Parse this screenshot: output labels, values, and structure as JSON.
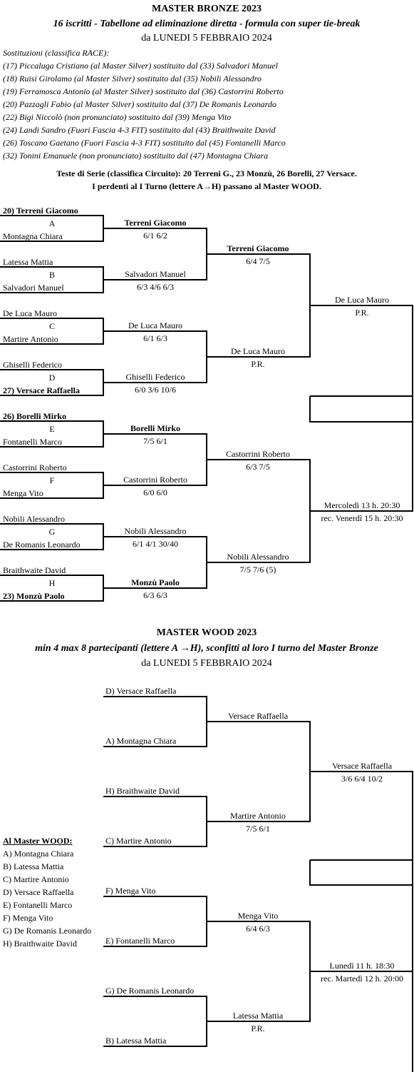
{
  "bronze": {
    "title": "MASTER  BRONZE 2023",
    "subtitle": "16 iscritti - Tabellone ad eliminazione diretta - formula con super tie-break",
    "date": "da LUNEDI 5 FEBBRAIO 2024",
    "subs_header": "Sostituzioni (classifica RACE):",
    "subs": [
      "(17) Piccaluga Cristiano (al Master Silver) sostituito dal (33) Salvadori Manuel",
      "(18) Ruisi Girolamo (al Master Silver) sostituito dal (35) Nobili Alessandro",
      "(19) Ferramosca Antonio (al Master Silver) sostituito dal (36) Castorrini Roberto",
      "(20) Pazzagli Fabio (al Master Silver) sostituito dal (37) De Romanis Leonardo",
      "(22) Bigi Niccolò (non pronunciato) sostituito dal (39) Menga Vito",
      "(24) Landi Sandro (Fuori Fascia 4-3 FIT) sostituito dal (43) Braithwaite David",
      "(26) Toscano Gaetano (Fuori Fascia 4-3 FIT) sostituito dal (45) Fontanelli Marco",
      "(32) Tonini Emanuele (non pronunciato) sostituito dal (47) Montagna Chiara"
    ],
    "seeds_line": "Teste di Serie (classifica Circuito): 20 Terreni G., 23 Monzù, 26 Borelli, 27 Versace.",
    "losers_line": "I perdenti al I Turno (lettere A→H) passano al Master WOOD.",
    "r1": [
      {
        "top": "20) Terreni Giacomo",
        "top_bold": true,
        "letter": "A",
        "bottom": "Montagna Chiara",
        "bottom_bold": false
      },
      {
        "top": "Latessa Mattia",
        "top_bold": false,
        "letter": "B",
        "bottom": "Salvadori Manuel",
        "bottom_bold": false
      },
      {
        "top": "De Luca Mauro",
        "top_bold": false,
        "letter": "C",
        "bottom": "Martire Antonio",
        "bottom_bold": false
      },
      {
        "top": "Ghiselli Federico",
        "top_bold": false,
        "letter": "D",
        "bottom": "27) Versace Raffaella",
        "bottom_bold": true
      },
      {
        "top": "26) Borelli Mirko",
        "top_bold": true,
        "letter": "E",
        "bottom": "Fontanelli Marco",
        "bottom_bold": false
      },
      {
        "top": "Castorrini Roberto",
        "top_bold": false,
        "letter": "F",
        "bottom": "Menga Vito",
        "bottom_bold": false
      },
      {
        "top": "Nobili Alessandro",
        "top_bold": false,
        "letter": "G",
        "bottom": "De Romanis Leonardo",
        "bottom_bold": false
      },
      {
        "top": "Braithwaite David",
        "top_bold": false,
        "letter": "H",
        "bottom": "23) Monzù Paolo",
        "bottom_bold": true
      }
    ],
    "r2": [
      {
        "winner": "Terreni Giacomo",
        "bold": true,
        "score": "6/1  6/2"
      },
      {
        "winner": "Salvadori Manuel",
        "bold": false,
        "score": "6/3  4/6  6/3"
      },
      {
        "winner": "De Luca Mauro",
        "bold": false,
        "score": "6/1  6/3"
      },
      {
        "winner": "Ghiselli Federico",
        "bold": false,
        "score": "6/0  3/6  10/6"
      },
      {
        "winner": "Borelli Mirko",
        "bold": true,
        "score": "7/5  6/1"
      },
      {
        "winner": "Castorrini Roberto",
        "bold": false,
        "score": "6/0  6/0"
      },
      {
        "winner": "Nobili Alessandro",
        "bold": false,
        "score": "6/1  4/1  30/40"
      },
      {
        "winner": "Monzù Paolo",
        "bold": true,
        "score": "6/3  6/3"
      }
    ],
    "qf": [
      {
        "winner": "Terreni Giacomo",
        "bold": true,
        "score": "6/4  7/5"
      },
      {
        "winner": "De Luca Mauro",
        "bold": false,
        "score": "P.R."
      },
      {
        "winner": "Castorrini Roberto",
        "bold": false,
        "score": "6/3  7/5"
      },
      {
        "winner": "Nobili Alessandro",
        "bold": false,
        "score": "7/5  7/6 (5)"
      }
    ],
    "sf": [
      {
        "winner": "De Luca Mauro",
        "score": "P.R."
      },
      {
        "winner": "Mercoledì 13 h. 20:30",
        "score": "rec. Venerdì 15 h. 20:30"
      }
    ]
  },
  "wood": {
    "title": "MASTER  WOOD  2023",
    "subtitle": "min 4 max 8 partecipanti (lettere A →H), sconfitti al loro I turno del Master Bronze",
    "date": "da LUNEDI 5 FEBBRAIO 2024",
    "r1": [
      {
        "top": "D) Versace Raffaella",
        "bottom": "A) Montagna Chiara"
      },
      {
        "top": "H) Braithwaite David",
        "bottom": "C) Martire Antonio"
      },
      {
        "top": "F) Menga Vito",
        "bottom": "E) Fontanelli Marco"
      },
      {
        "top": "G) De Romanis Leonardo",
        "bottom": "B) Latessa Mattia"
      }
    ],
    "r2": [
      {
        "winner": "Versace Raffaella",
        "score": ""
      },
      {
        "winner": "Martire Antonio",
        "score": "7/5  6/1"
      },
      {
        "winner": "Menga Vito",
        "score": "6/4  6/3"
      },
      {
        "winner": "Latessa Mattia",
        "score": "P.R."
      }
    ],
    "sf": [
      {
        "winner": "Versace Raffaella",
        "score": "3/6  6/4  10/2"
      },
      {
        "winner": "Lunedì 11 h. 18:30",
        "score": "rec. Martedì 12 h. 20:00"
      }
    ],
    "list_header": "Al Master WOOD:",
    "list": [
      "A) Montagna Chiara",
      "B) Latessa Mattia",
      "C) Martire Antonio",
      "D) Versace Raffaella",
      "E) Fontanelli Marco",
      "F) Menga Vito",
      "G) De Romanis Leonardo",
      "H) Braithwaite David"
    ]
  }
}
